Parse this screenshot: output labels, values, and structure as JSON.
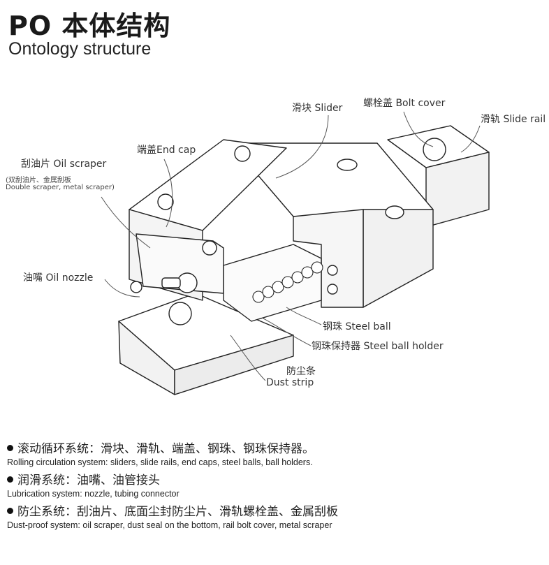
{
  "header": {
    "title": "PO 本体结构",
    "subtitle": "Ontology structure"
  },
  "labels": {
    "slider": "滑块 Slider",
    "bolt_cover": "螺栓盖 Bolt cover",
    "slide_rail": "滑轨 Slide rail",
    "end_cap": "端盖End cap",
    "oil_scraper": "刮油片 Oil scraper",
    "oil_scraper_note_zh": "(双刮油片、金属刮板",
    "oil_scraper_note_en": "Double scraper, metal scraper)",
    "oil_nozzle": "油嘴 Oil nozzle",
    "steel_ball": "钢珠 Steel ball",
    "steel_ball_holder": "钢珠保持器 Steel ball holder",
    "dust_strip_zh": "防尘条",
    "dust_strip_en": "Dust strip"
  },
  "systems": [
    {
      "zh": "滚动循环系统：滑块、滑轨、端盖、钢珠、钢珠保持器。",
      "en": "Rolling circulation system: sliders, slide rails, end caps, steel balls, ball holders."
    },
    {
      "zh": "润滑系统：油嘴、油管接头",
      "en": "Lubrication system: nozzle, tubing connector"
    },
    {
      "zh": "防尘系统：刮油片、底面尘封防尘片、滑轨螺栓盖、金属刮板",
      "en": "Dust-proof system: oil scraper, dust seal on the bottom, rail bolt cover, metal scraper"
    }
  ],
  "colors": {
    "line": "#222222",
    "fill": "#ffffff",
    "shade": "#e8e8e8",
    "leader": "#555555"
  }
}
